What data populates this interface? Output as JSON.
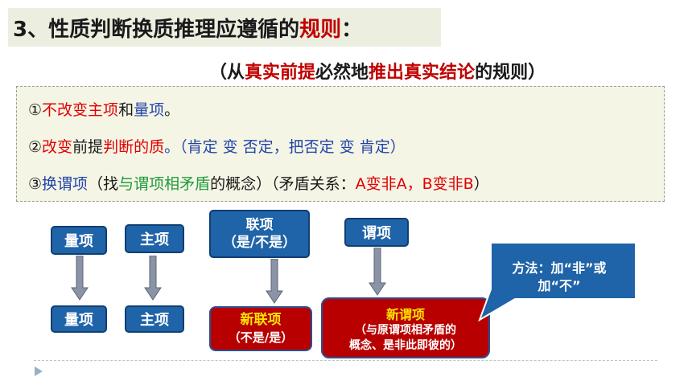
{
  "title": {
    "prefix": "3、性质判断换质推理应遵循的",
    "highlight": "规则",
    "suffix": "："
  },
  "subtitle": {
    "p1": "（从",
    "p2": "真实前提",
    "p3": "必然地",
    "p4": "推出真实结论",
    "p5": "的规则）"
  },
  "rules": {
    "r1": {
      "num": "①",
      "a": "不改变主项",
      "b": "和",
      "c": "量项",
      "d": "。"
    },
    "r2": {
      "num": "②",
      "a": "改变",
      "b": "前提",
      "c": "判断的质",
      "d": "。（肯定 变 否定，把否定 变 肯定）"
    },
    "r3": {
      "num": "③",
      "a": "换谓项",
      "b": "（找",
      "c": "与谓项相矛盾",
      "d": "的概念）（矛盾关系：",
      "e": "A变非A，B变非B",
      "f": "）"
    }
  },
  "flow": {
    "quantifier_top": "量项",
    "quantifier_bottom": "量项",
    "subject_top": "主项",
    "subject_bottom": "主项",
    "copula_top_line1": "联项",
    "copula_top_line2": "（是/不是）",
    "copula_new_line1": "新联项",
    "copula_new_line2": "（不是/是）",
    "predicate_top": "谓项",
    "predicate_new_line1": "新谓项",
    "predicate_new_line2": "（与原谓项相矛盾的",
    "predicate_new_line3": "概念、是非此即彼的）"
  },
  "callout": {
    "line1": "方法：加“非”或",
    "line2": "加“不”"
  },
  "colors": {
    "box_blue": "#1f63a8",
    "box_red": "#b80000",
    "highlight_red": "#c00000",
    "text_blue": "#2244a8",
    "text_green": "#1f9a3a"
  }
}
